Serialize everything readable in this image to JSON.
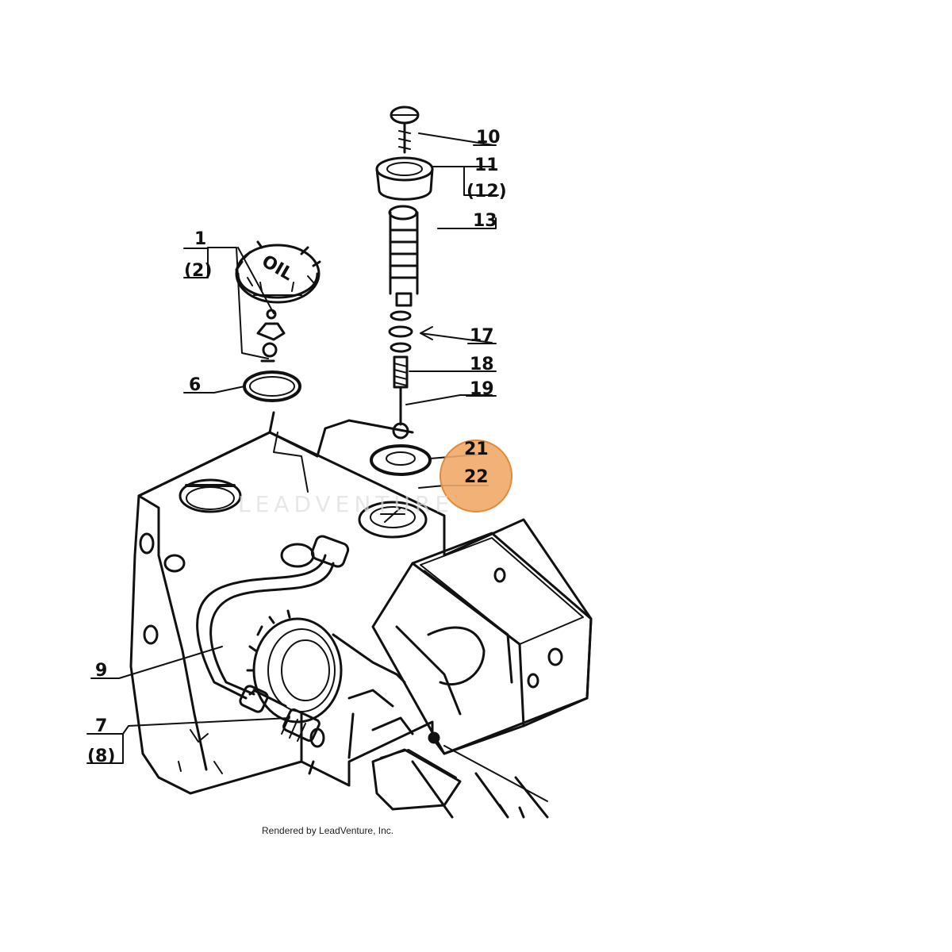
{
  "parts": [
    {
      "id": "p10",
      "label": "10"
    },
    {
      "id": "p11",
      "label": "11"
    },
    {
      "id": "p12",
      "label": "(12)"
    },
    {
      "id": "p13",
      "label": "13"
    },
    {
      "id": "p1",
      "label": "1"
    },
    {
      "id": "p2",
      "label": "(2)"
    },
    {
      "id": "p17",
      "label": "17"
    },
    {
      "id": "p18",
      "label": "18"
    },
    {
      "id": "p19",
      "label": "19"
    },
    {
      "id": "p6",
      "label": "6"
    },
    {
      "id": "p21",
      "label": "21"
    },
    {
      "id": "p22",
      "label": "22"
    },
    {
      "id": "p9",
      "label": "9"
    },
    {
      "id": "p7",
      "label": "7"
    },
    {
      "id": "p8",
      "label": "(8)"
    }
  ],
  "oil_cap_text": "OIL",
  "watermark_text": "LEADVENTURE",
  "highlight": {
    "part": "22",
    "color": "#f0a868"
  },
  "footer": "Rendered by LeadVenture, Inc.",
  "colors": {
    "line": "#111111",
    "paper": "#ffffff",
    "highlight_stroke": "#e08a3c"
  }
}
